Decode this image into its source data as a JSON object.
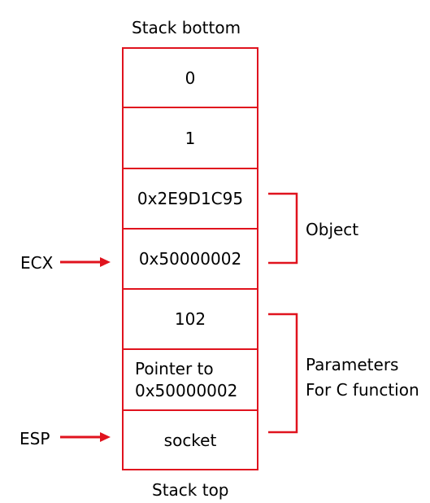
{
  "labels": {
    "stack_bottom": "Stack bottom",
    "stack_top": "Stack top"
  },
  "cells": [
    {
      "text": "0"
    },
    {
      "text": "1"
    },
    {
      "text": "0x2E9D1C95"
    },
    {
      "text": "0x50000002"
    },
    {
      "text": "102"
    },
    {
      "text": "Pointer to 0x50000002"
    },
    {
      "text": "socket"
    }
  ],
  "pointers": {
    "ecx": "ECX",
    "esp": "ESP"
  },
  "groups": {
    "object": "Object",
    "parameters_line1": "Parameters",
    "parameters_line2": "For C function"
  },
  "colors": {
    "accent": "#e0131e"
  }
}
